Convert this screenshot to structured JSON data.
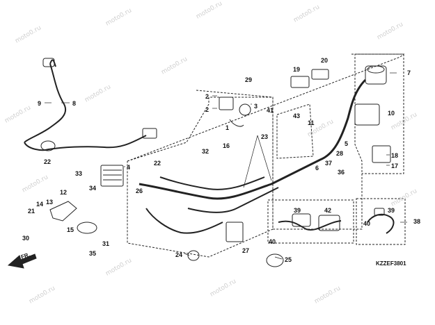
{
  "diagram_code": "KZZEF3801",
  "direction_label": "FR.",
  "watermark_text": "moto0.ru",
  "callouts": [
    "1",
    "2",
    "2",
    "3",
    "4",
    "5",
    "6",
    "7",
    "8",
    "9",
    "10",
    "11",
    "12",
    "13",
    "14",
    "15",
    "16",
    "17",
    "18",
    "19",
    "20",
    "21",
    "22",
    "22",
    "23",
    "24",
    "25",
    "26",
    "27",
    "28",
    "29",
    "30",
    "31",
    "32",
    "33",
    "34",
    "35",
    "36",
    "37",
    "38",
    "39",
    "39",
    "40",
    "40",
    "41",
    "42",
    "43"
  ]
}
